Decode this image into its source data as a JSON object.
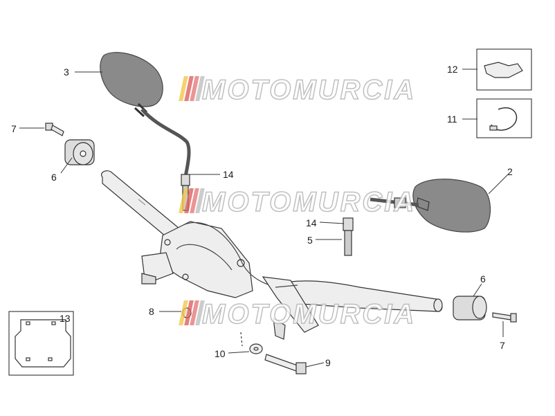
{
  "watermark": {
    "text": "MOTOMURCIA",
    "bar_colors": [
      "#f2c94c",
      "#e0605f",
      "#e57b7b",
      "#c0c0c0"
    ]
  },
  "callouts": [
    {
      "id": "c-3",
      "label": "3"
    },
    {
      "id": "c-7a",
      "label": "7"
    },
    {
      "id": "c-6a",
      "label": "6"
    },
    {
      "id": "c-14a",
      "label": "14"
    },
    {
      "id": "c-12",
      "label": "12"
    },
    {
      "id": "c-11",
      "label": "11"
    },
    {
      "id": "c-2",
      "label": "2"
    },
    {
      "id": "c-14b",
      "label": "14"
    },
    {
      "id": "c-5",
      "label": "5"
    },
    {
      "id": "c-6b",
      "label": "6"
    },
    {
      "id": "c-8",
      "label": "8"
    },
    {
      "id": "c-13",
      "label": "13"
    },
    {
      "id": "c-7b",
      "label": "7"
    },
    {
      "id": "c-10",
      "label": "10"
    },
    {
      "id": "c-9",
      "label": "9"
    }
  ],
  "colors": {
    "part_fill": "#eeeeee",
    "mirror_fill": "#8a8a8a",
    "line": "#333333",
    "grip_fill": "#dcdcdc"
  }
}
